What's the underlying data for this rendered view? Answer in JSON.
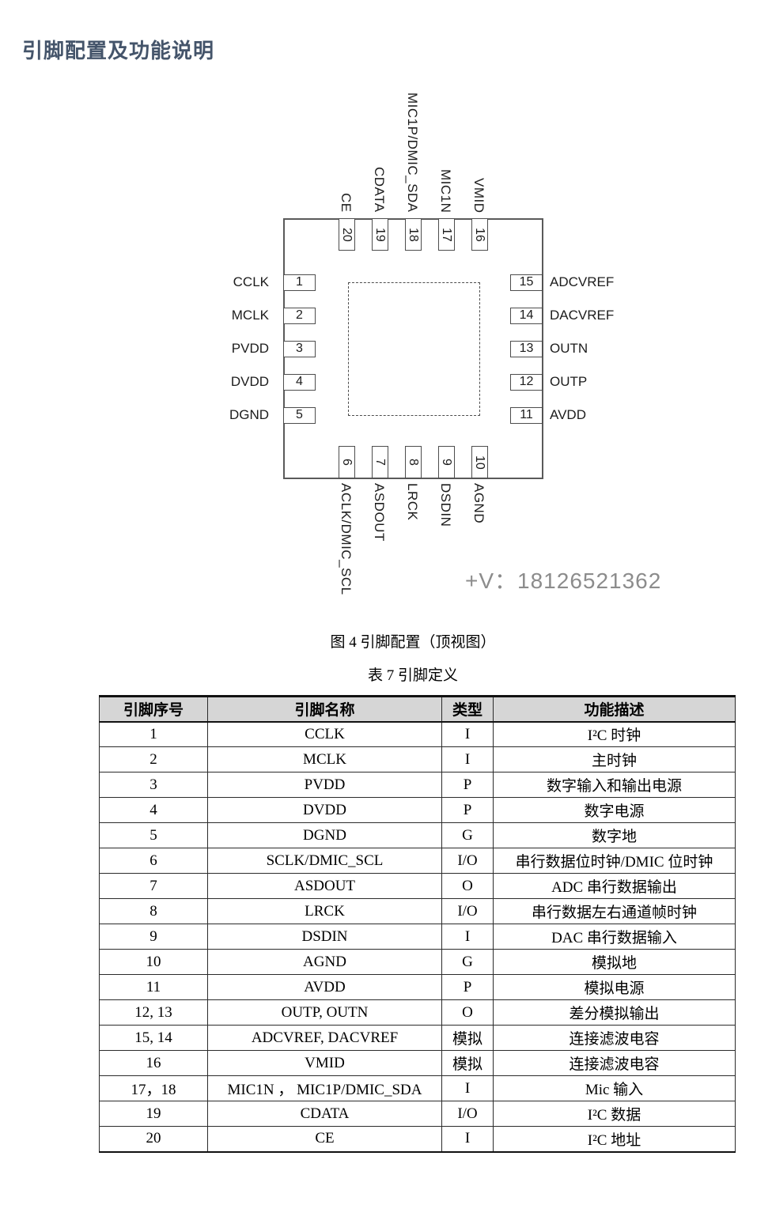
{
  "page": {
    "title": "引脚配置及功能说明",
    "watermark": "+V：18126521362",
    "figure_caption": "图  4 引脚配置（顶视图）",
    "table_caption": "表  7 引脚定义"
  },
  "diagram": {
    "top_pins": [
      {
        "num": "20",
        "label": "CE"
      },
      {
        "num": "19",
        "label": "CDATA"
      },
      {
        "num": "18",
        "label": "MIC1P/DMIC_SDA"
      },
      {
        "num": "17",
        "label": "MIC1N"
      },
      {
        "num": "16",
        "label": "VMID"
      }
    ],
    "left_pins": [
      {
        "num": "1",
        "label": "CCLK"
      },
      {
        "num": "2",
        "label": "MCLK"
      },
      {
        "num": "3",
        "label": "PVDD"
      },
      {
        "num": "4",
        "label": "DVDD"
      },
      {
        "num": "5",
        "label": "DGND"
      }
    ],
    "right_pins": [
      {
        "num": "15",
        "label": "ADCVREF"
      },
      {
        "num": "14",
        "label": "DACVREF"
      },
      {
        "num": "13",
        "label": "OUTN"
      },
      {
        "num": "12",
        "label": "OUTP"
      },
      {
        "num": "11",
        "label": "AVDD"
      }
    ],
    "bottom_pins": [
      {
        "num": "6",
        "label": "ACLK/DMIC_SCL"
      },
      {
        "num": "7",
        "label": "ASDOUT"
      },
      {
        "num": "8",
        "label": "LRCK"
      },
      {
        "num": "9",
        "label": "DSDIN"
      },
      {
        "num": "10",
        "label": "AGND"
      }
    ]
  },
  "table": {
    "headers": [
      "引脚序号",
      "引脚名称",
      "类型",
      "功能描述"
    ],
    "rows": [
      [
        "1",
        "CCLK",
        "I",
        "I²C 时钟"
      ],
      [
        "2",
        "MCLK",
        "I",
        "主时钟"
      ],
      [
        "3",
        "PVDD",
        "P",
        "数字输入和输出电源"
      ],
      [
        "4",
        "DVDD",
        "P",
        "数字电源"
      ],
      [
        "5",
        "DGND",
        "G",
        "数字地"
      ],
      [
        "6",
        "SCLK/DMIC_SCL",
        "I/O",
        "串行数据位时钟/DMIC 位时钟"
      ],
      [
        "7",
        "ASDOUT",
        "O",
        "ADC 串行数据输出"
      ],
      [
        "8",
        "LRCK",
        "I/O",
        "串行数据左右通道帧时钟"
      ],
      [
        "9",
        "DSDIN",
        "I",
        "DAC 串行数据输入"
      ],
      [
        "10",
        "AGND",
        "G",
        "模拟地"
      ],
      [
        "11",
        "AVDD",
        "P",
        "模拟电源"
      ],
      [
        "12, 13",
        "OUTP, OUTN",
        "O",
        "差分模拟输出"
      ],
      [
        "15, 14",
        "ADCVREF, DACVREF",
        "模拟",
        "连接滤波电容"
      ],
      [
        "16",
        "VMID",
        "模拟",
        "连接滤波电容"
      ],
      [
        "17，18",
        "MIC1N ， MIC1P/DMIC_SDA",
        "I",
        "Mic 输入"
      ],
      [
        "19",
        "CDATA",
        "I/O",
        "I²C 数据"
      ],
      [
        "20",
        "CE",
        "I",
        "I²C 地址"
      ]
    ]
  },
  "colors": {
    "title": "#44546A",
    "watermark": "#8C8C8C",
    "header_bg": "#D6D6D6",
    "line": "#4D4D4D"
  }
}
